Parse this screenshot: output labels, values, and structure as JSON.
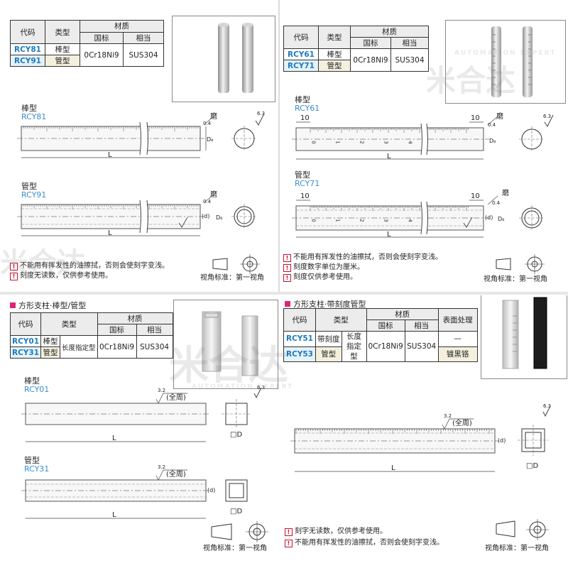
{
  "panel_tl": {
    "headers": {
      "code": "代码",
      "type": "类型",
      "material": "材质",
      "gb": "国标",
      "eq": "相当"
    },
    "rows": [
      {
        "code": "RCY81",
        "type": "棒型"
      },
      {
        "code": "RCY91",
        "type": "管型"
      }
    ],
    "gb_value": "0Cr18Ni9",
    "eq_value": "SUS304",
    "rod_label": "棒型",
    "rod_code": "RCY81",
    "tube_label": "管型",
    "tube_code": "RCY91",
    "grind": "磨",
    "grind2": "磨",
    "tol": "0.4",
    "tol2": "0.4",
    "rough": "6.3",
    "dim_L": "L",
    "dim_L2": "L",
    "dim_D": "D₈",
    "dim_D2": "D₈",
    "dim_d": "(d)",
    "note1": "不能用有挥发性的油擦拭，否则会使刻字变浅。",
    "note2": "刻度无读数，仅供参考使用。",
    "view_std": "视角标准：第一视角"
  },
  "panel_tr": {
    "headers": {
      "code": "代码",
      "type": "类型",
      "material": "材质",
      "gb": "国标",
      "eq": "相当"
    },
    "rows": [
      {
        "code": "RCY61",
        "type": "棒型"
      },
      {
        "code": "RCY71",
        "type": "管型"
      }
    ],
    "gb_value": "0Cr18Ni9",
    "eq_value": "SUS304",
    "rod_label": "棒型",
    "rod_code": "RCY61",
    "tube_label": "管型",
    "tube_code": "RCY71",
    "grind": "磨",
    "grind2": "磨",
    "tol": "0.4",
    "tol2": "0.4",
    "rough": "6.3",
    "dim_10": "10",
    "dim_10b": "10",
    "dim_10c": "10",
    "dim_10d": "10",
    "dim_L": "L",
    "dim_L2": "L",
    "dim_D": "D₈",
    "dim_D2": "D₈",
    "dim_d": "(d)",
    "scale_nums": [
      "0",
      "1",
      "2",
      "3",
      "4"
    ],
    "note1": "不能用有挥发性的油擦拭，否则会使刻字变浅。",
    "note2": "刻度数字单位为厘米。",
    "note3": "刻度仅供参考使用。",
    "view_std": "视角标准：第一视角"
  },
  "panel_bl": {
    "section": "方形支柱·棒型/管型",
    "headers": {
      "code": "代码",
      "type": "类型",
      "material": "材质",
      "gb": "国标",
      "eq": "相当"
    },
    "rows": [
      {
        "code": "RCY01",
        "type": "棒型"
      },
      {
        "code": "RCY31",
        "type": "管型"
      }
    ],
    "type2": "长度指定型",
    "gb_value": "0Cr18Ni9",
    "eq_value": "SUS304",
    "rod_label": "棒型",
    "rod_code": "RCY01",
    "tube_label": "管型",
    "tube_code": "RCY31",
    "finish": "(全周)",
    "finish2": "(全周)",
    "rough": "3.2",
    "rough2": "3.2",
    "rough3": "6.3",
    "dim_L": "L",
    "dim_L2": "L",
    "dim_D": "□D",
    "dim_D2": "□D",
    "dim_d": "(d)",
    "view_std": "视角标准：第一视角"
  },
  "panel_br": {
    "section": "方形支柱·带刻度管型",
    "headers": {
      "code": "代码",
      "type": "类型",
      "material": "材质",
      "gb": "国标",
      "eq": "相当",
      "surface": "表面处理"
    },
    "rows": [
      {
        "code": "RCY51",
        "type": "带刻度"
      },
      {
        "code": "RCY53",
        "type": "管型"
      }
    ],
    "type2": "长度指定型",
    "gb_value": "0Cr18Ni9",
    "eq_value": "SUS304",
    "surface_rows": [
      "—",
      "镀黑铬"
    ],
    "finish": "(全周)",
    "rough": "3.2",
    "rough2": "6.3",
    "dim_L": "L",
    "dim_D": "□D",
    "dim_d": "(d)",
    "note1": "刻字无读数，仅供参考使用。",
    "note2": "不能用有挥发性的油擦拭，否则会使刻字变浅。",
    "view_std": "视角标准：第一视角"
  },
  "watermarks": {
    "brand": "米合达",
    "en": "AUTOMATION EXPERT"
  }
}
